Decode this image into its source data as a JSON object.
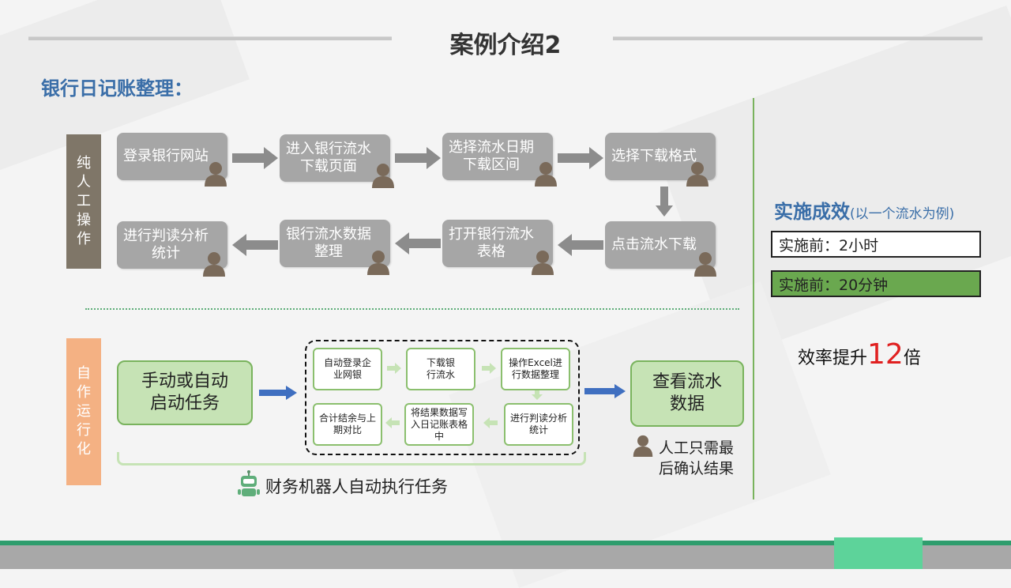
{
  "header": {
    "title": "案例介绍2",
    "subtitle": "银行日记账整理："
  },
  "manual": {
    "side_label": "纯人工操作",
    "steps": [
      "登录银行网站",
      "进入银行流水下载页面",
      "选择流水日期下载区间",
      "选择下载格式",
      "点击流水下载",
      "打开银行流水表格",
      "银行流水数据整理",
      "进行判读分析统计"
    ]
  },
  "auto": {
    "side_label": "自作运行化",
    "start_label": "手动或自动启动任务",
    "end_label": "查看流水数据",
    "sub_steps": [
      "自动登录企业网银",
      "下载银行流水",
      "操作Excel进行数据整理",
      "进行判读分析统计",
      "将结果数据写入日记账表格中",
      "合计结余与上期对比"
    ],
    "human_note": "人工只需最后确认结果",
    "robot_caption": "财务机器人自动执行任务"
  },
  "effect": {
    "title": "实施成效",
    "title_note": "(以一个流水为例)",
    "before": "实施前：2小时",
    "after": "实施前：20分钟",
    "eff_prefix": "效率提升",
    "eff_num": "12",
    "eff_suffix": "倍"
  },
  "colors": {
    "accent_blue": "#3a6ea8",
    "green": "#79b35d",
    "light_green": "#c6e3b5",
    "result_green": "#6aa84f",
    "highlight_red": "#e02020"
  }
}
